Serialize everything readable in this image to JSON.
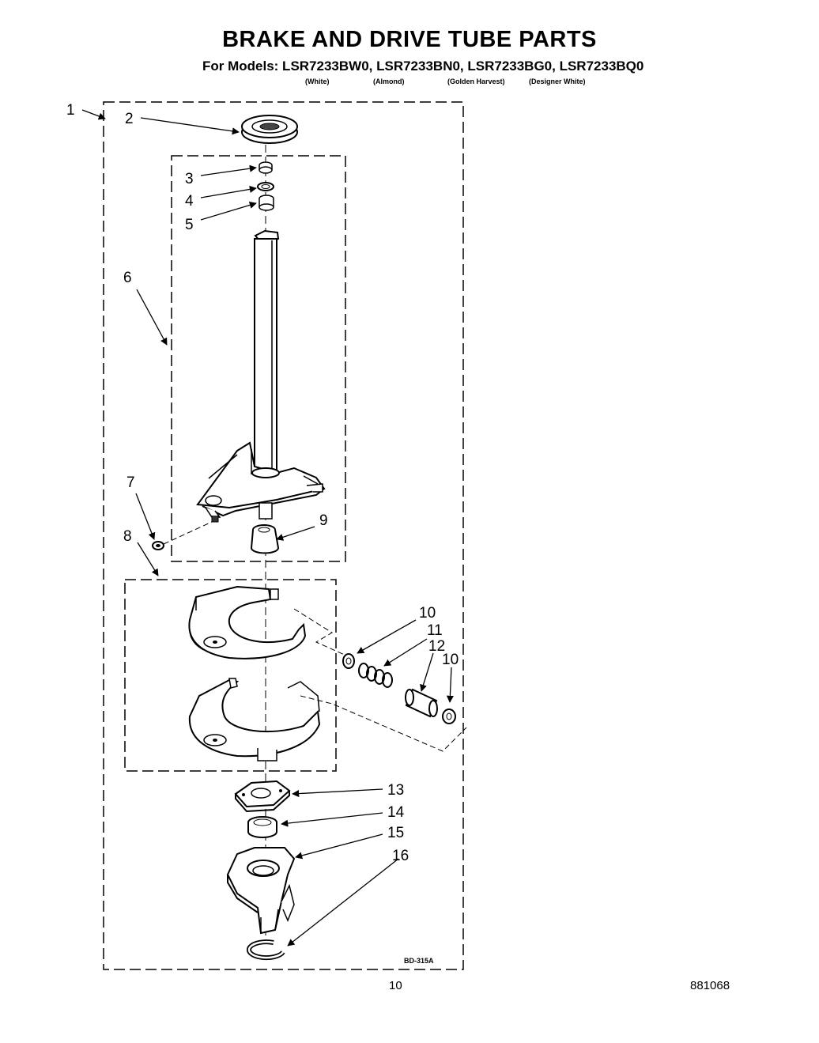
{
  "header": {
    "title": "BRAKE AND DRIVE TUBE PARTS",
    "subtitle": "For Models: LSR7233BW0, LSR7233BN0, LSR7233BG0, LSR7233BQ0",
    "color_notes": [
      "(White)",
      "(Almond)",
      "(Golden Harvest)",
      "(Designer White)"
    ]
  },
  "callouts": [
    {
      "number": "1"
    },
    {
      "number": "2"
    },
    {
      "number": "3"
    },
    {
      "number": "4"
    },
    {
      "number": "5"
    },
    {
      "number": "6"
    },
    {
      "number": "7"
    },
    {
      "number": "8"
    },
    {
      "number": "9"
    },
    {
      "number": "10"
    },
    {
      "number": "11"
    },
    {
      "number": "12"
    },
    {
      "number": "10"
    },
    {
      "number": "13"
    },
    {
      "number": "14"
    },
    {
      "number": "15"
    },
    {
      "number": "16"
    }
  ],
  "diagram_code": "BD-315A",
  "footer": {
    "page_number": "10",
    "doc_number": "881068"
  }
}
